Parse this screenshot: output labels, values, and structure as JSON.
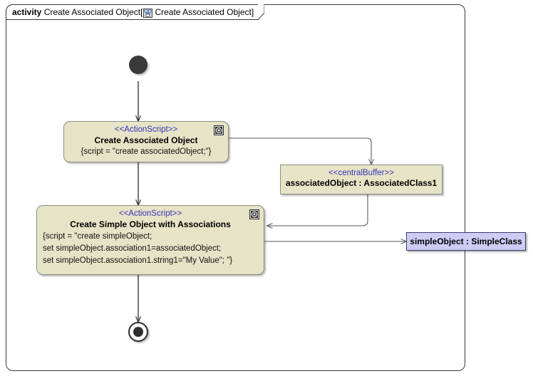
{
  "frame": {
    "keyword": "activity",
    "name": "Create Associated Object",
    "bracket_open": "[",
    "icon": "activity-diagram-icon",
    "tab_diagram_name": "Create Associated Object",
    "bracket_close": "]"
  },
  "nodes": {
    "initial": {
      "name": "initial-node"
    },
    "action_create_associated": {
      "stereotype": "<<ActionScript>>",
      "name": "Create Associated Object",
      "script": "{script = \"create associatedObject;\"}",
      "icon": "action-script-icon"
    },
    "central_buffer": {
      "stereotype": "<<centralBuffer>>",
      "name": "associatedObject : AssociatedClass1"
    },
    "action_create_simple": {
      "stereotype": "<<ActionScript>>",
      "name": "Create Simple Object with Associations",
      "script_lines": [
        "{script = \"create simpleObject;",
        "set simpleObject.association1=associatedObject;",
        "set simpleObject.association1.string1=\"My Value\"; \"}"
      ],
      "icon": "action-script-icon"
    },
    "object_simple": {
      "name": "simpleObject : SimpleClass"
    },
    "final": {
      "name": "activity-final-node"
    }
  },
  "colors": {
    "node_fill": "#e7e3c6",
    "node_border": "#8d8d82",
    "stereotype_text": "#3333bb",
    "object_fill": "#ccccf5",
    "object_border": "#3b3b6e",
    "edge": "#3a3a3a",
    "frame_border": "#3a3a3a"
  }
}
